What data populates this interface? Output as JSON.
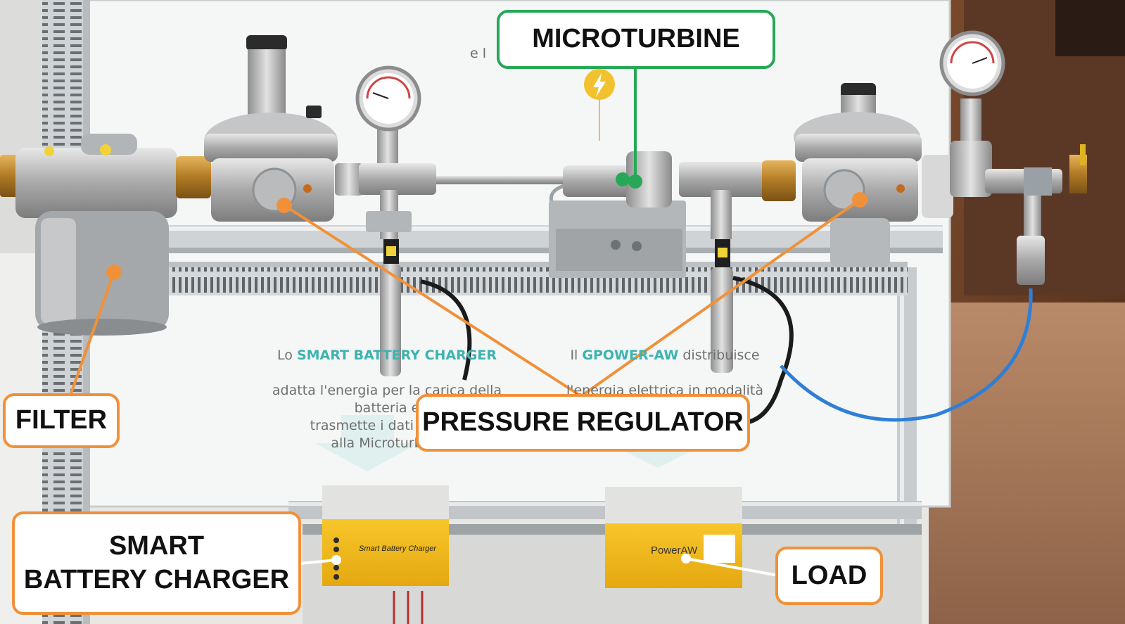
{
  "labels": {
    "microturbine": "MICROTURBINE",
    "filter": "FILTER",
    "pressure_regulator": "PRESSURE REGULATOR",
    "smart_battery_charger": "SMART\nBATTERY CHARGER",
    "load": "LOAD"
  },
  "board_text": {
    "left_prefix": "Lo ",
    "left_highlight": "SMART BATTERY CHARGER",
    "left_body": "adatta l'energia per la carica della\nbatteria e\ntrasmette i dati relativi\nalla Microturbina",
    "right_prefix": "Il ",
    "right_highlight": "GPOWER-AW",
    "right_suffix": " distribuisce",
    "right_body": "l'energia elettrica in modalità\nsicura (ATEX) alla RTU\nGLog-AW e all'unità",
    "top_fragment": "e l"
  },
  "device_labels": {
    "charger": "Smart Battery Charger",
    "load": "PowerAW"
  },
  "colors": {
    "orange_callout": "#f0913a",
    "green_callout": "#27a857",
    "board_highlight": "#3cb3b0"
  },
  "icons": [
    "lightning-icon",
    "pressure-gauge-icon"
  ]
}
